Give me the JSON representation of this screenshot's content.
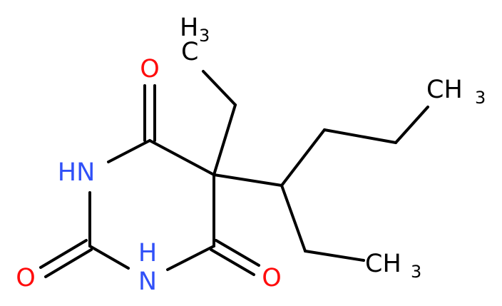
{
  "molecule": {
    "atoms": {
      "o_top": "O",
      "o_left": "O",
      "o_right": "O",
      "n_upper": "HN",
      "n_lower_h": "H",
      "n_lower_n": "N",
      "ch3_top_h": "H",
      "ch3_top_sub": "3",
      "ch3_top_c": "C",
      "ch3_right_text": "CH",
      "ch3_right_sub": "3",
      "ch3_bottom_text": "CH",
      "ch3_bottom_sub": "3"
    },
    "colors": {
      "oxygen": "#ff0d0d",
      "nitrogen": "#3050f8",
      "carbon": "#000000",
      "bond": "#000000"
    }
  }
}
